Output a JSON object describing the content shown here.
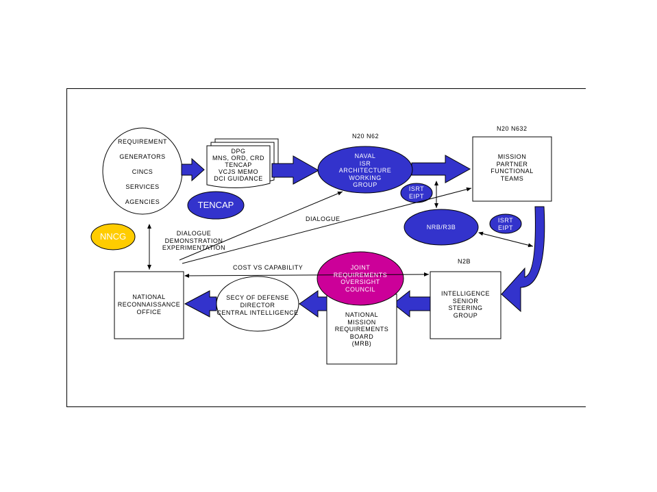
{
  "requirement_generators": {
    "lines": [
      "REQUIREMENT",
      "GENERATORS",
      "CINCS",
      "SERVICES",
      "AGENCIES"
    ]
  },
  "documents": {
    "lines": [
      "DPG",
      "MNS, ORD, CRD",
      "TENCAP",
      "VCJS MEMO",
      "DCI GUIDANCE"
    ]
  },
  "tencap": {
    "label": "TENCAP"
  },
  "nncg": {
    "label": "NNCG"
  },
  "naval_isr": {
    "tag": "N20 N62",
    "lines": [
      "NAVAL",
      "ISR",
      "ARCHITECTURE",
      "WORKING",
      "GROUP"
    ]
  },
  "mission_partner": {
    "tag": "N20 N632",
    "lines": [
      "MISSION",
      "PARTNER",
      "FUNCTIONAL",
      "TEAMS"
    ]
  },
  "isrt_eipt_1": {
    "lines": [
      "ISRT",
      "EIPT"
    ]
  },
  "isrt_eipt_2": {
    "lines": [
      "ISRT",
      "EIPT"
    ]
  },
  "nrb": {
    "label": "NRB/R3B"
  },
  "labels": {
    "dialogue_left": [
      "DIALOGUE",
      "DEMONSTRATION",
      "EXPERIMENTATION"
    ],
    "dialogue_center": "DIALOGUE",
    "cost_vs_capability": "COST VS CAPABILITY"
  },
  "nro": {
    "lines": [
      "NATIONAL",
      "RECONNAISSANCE",
      "OFFICE"
    ]
  },
  "secdef": {
    "lines": [
      "SECY OF DEFENSE",
      "DIRECTOR",
      "CENTRAL INTELLIGENCE"
    ]
  },
  "jroc": {
    "lines": [
      "JOINT",
      "REQUIREMENTS",
      "OVERSIGHT",
      "COUNCIL"
    ]
  },
  "nmrb": {
    "lines": [
      "NATIONAL",
      "MISSION",
      "REQUIREMENTS",
      "BOARD",
      "(MRB)"
    ]
  },
  "n2b": {
    "tag": "N2B"
  },
  "issg": {
    "lines": [
      "INTELLIGENCE",
      "SENIOR",
      "STEERING",
      "GROUP"
    ]
  },
  "colors": {
    "blue": "#3333cc",
    "magenta": "#cc0099",
    "gold": "#ffcc00"
  }
}
